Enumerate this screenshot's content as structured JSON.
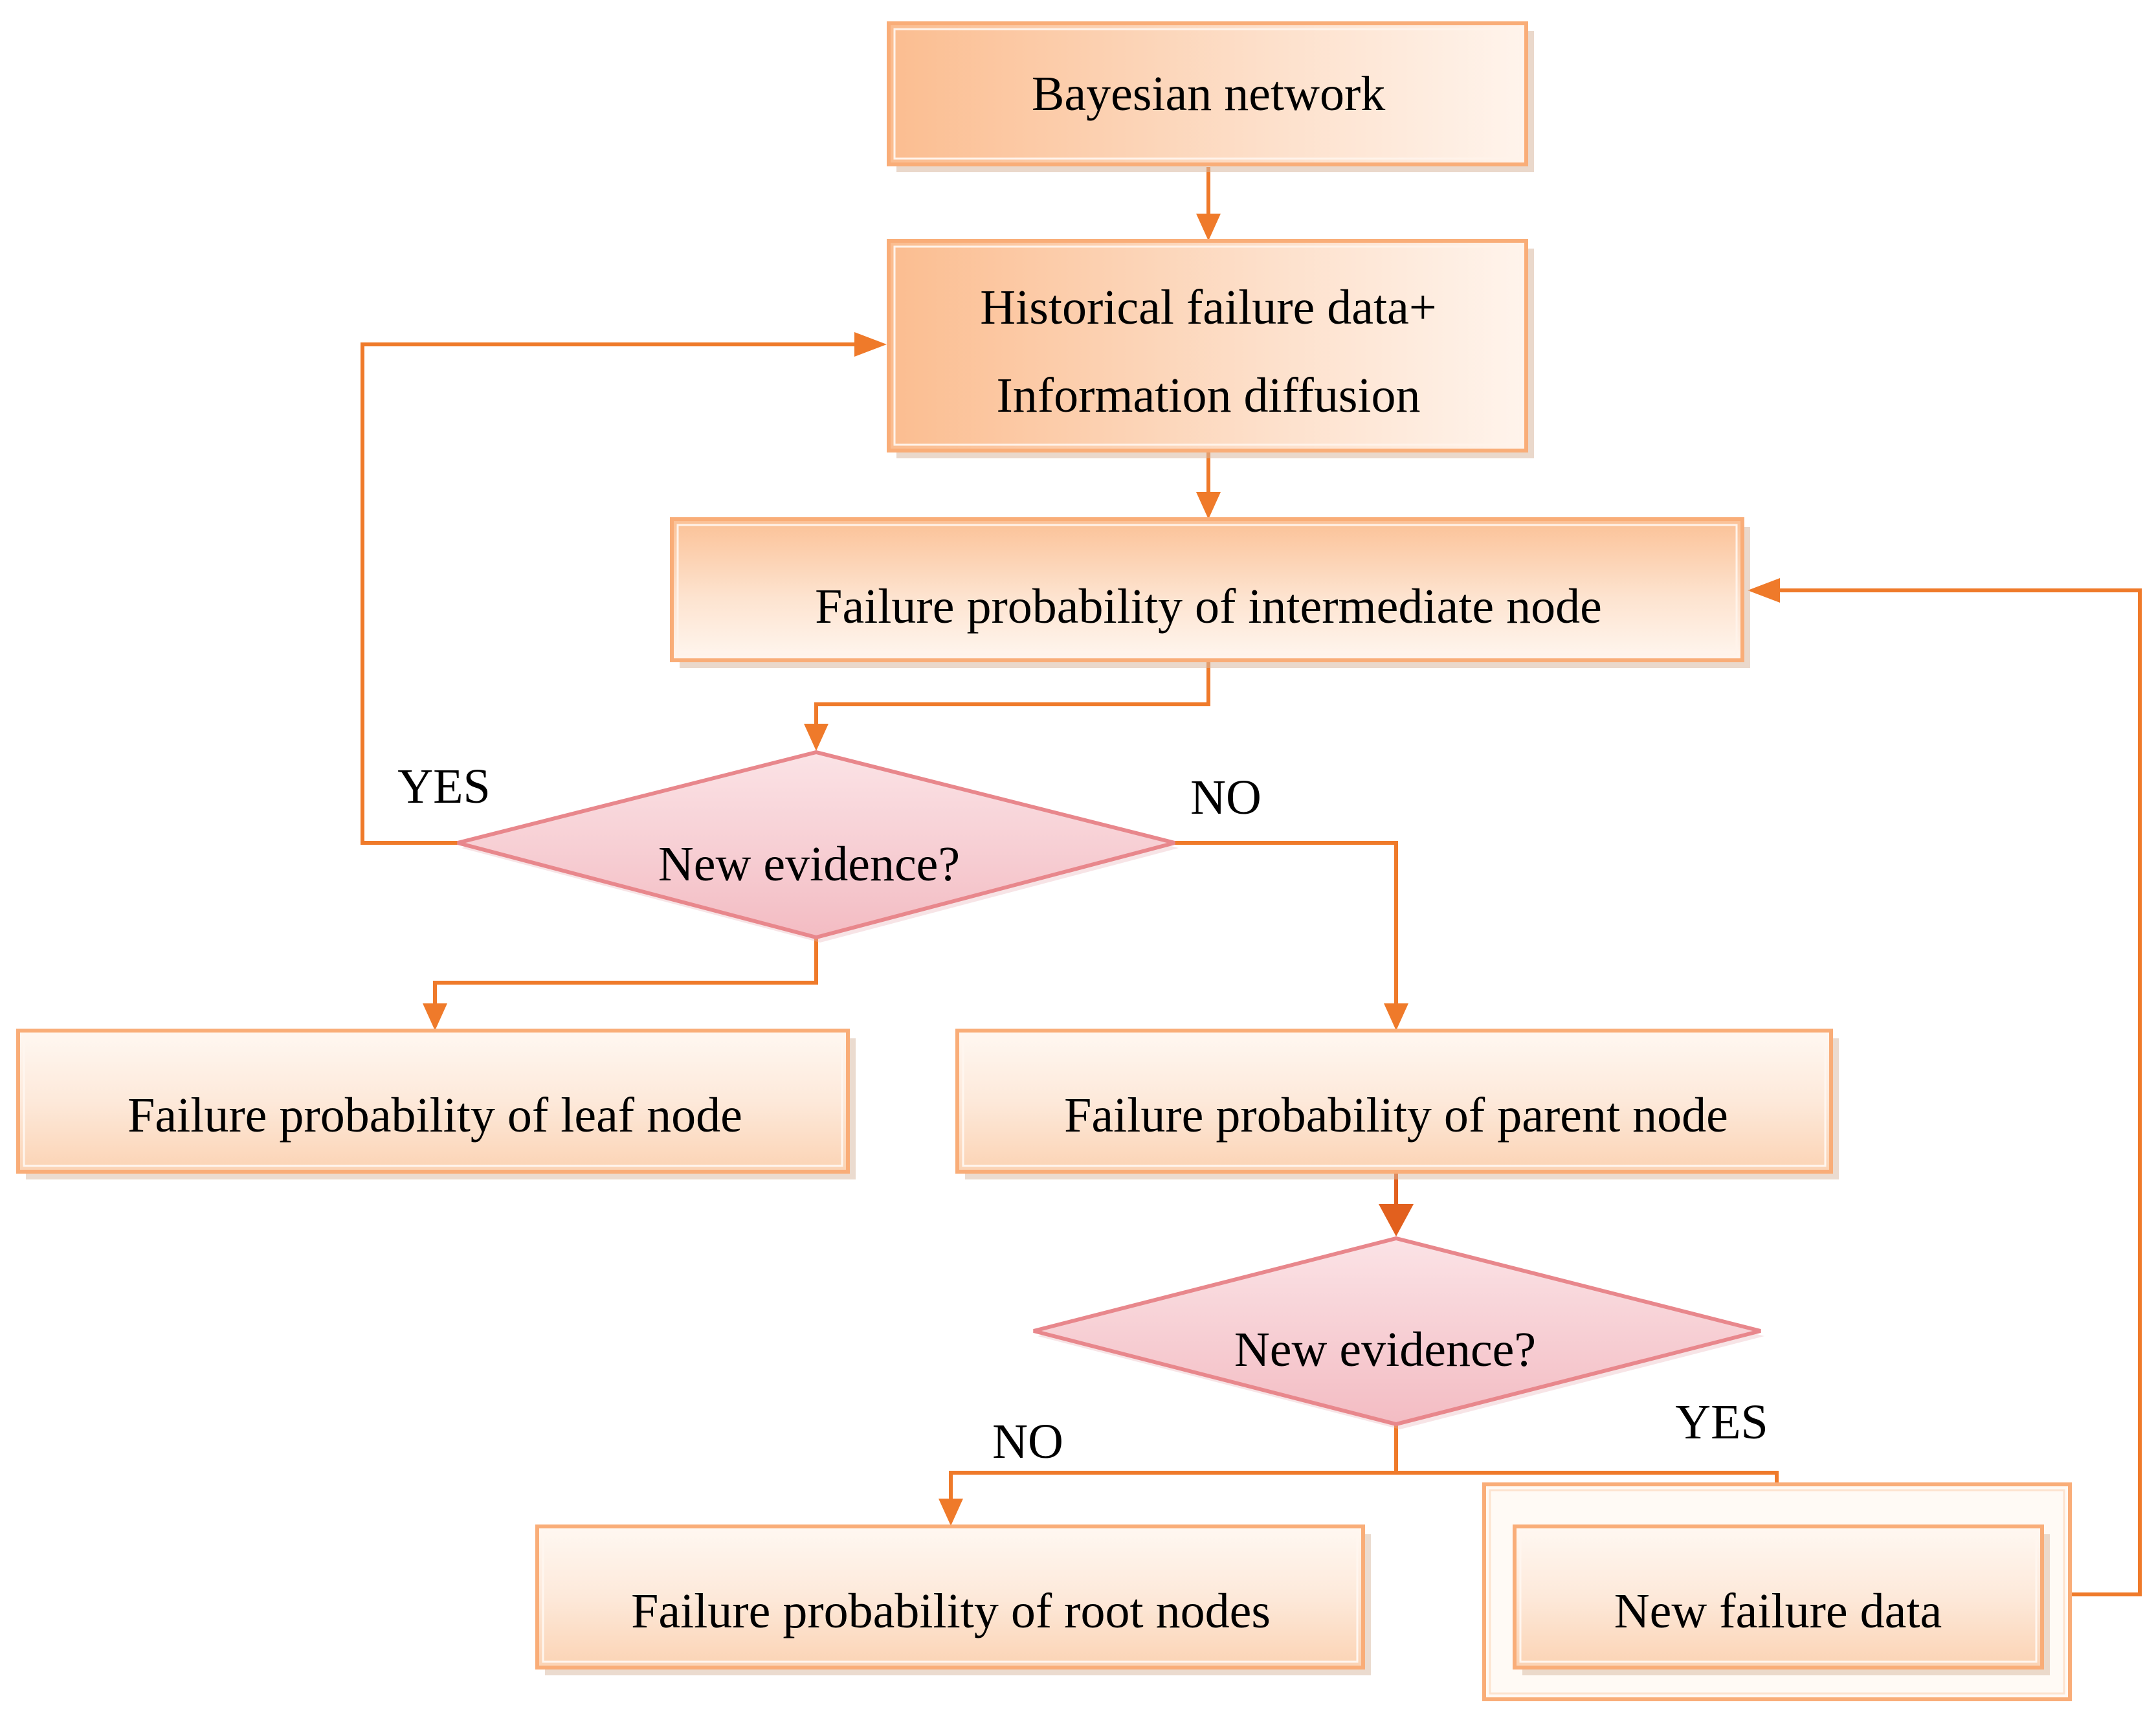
{
  "nodes": {
    "bayesian_network": "Bayesian network",
    "historical_line1": "Historical failure data+",
    "historical_line2": "Information diffusion",
    "intermediate": "Failure probability of intermediate node",
    "decision1": "New evidence?",
    "leaf": "Failure probability of leaf node",
    "parent": "Failure probability of parent node",
    "decision2": "New evidence?",
    "root": "Failure probability of root nodes",
    "new_data": "New failure data"
  },
  "edge_labels": {
    "d1_yes": "YES",
    "d1_no": "NO",
    "d2_no": "NO",
    "d2_yes": "YES"
  },
  "colors": {
    "box_edge": "#f9ad78",
    "box_fill": "#fde6d5",
    "diamond_edge": "#e8878c",
    "diamond_fill": "#f7d2d6",
    "arrow": "#ef7a2a"
  }
}
